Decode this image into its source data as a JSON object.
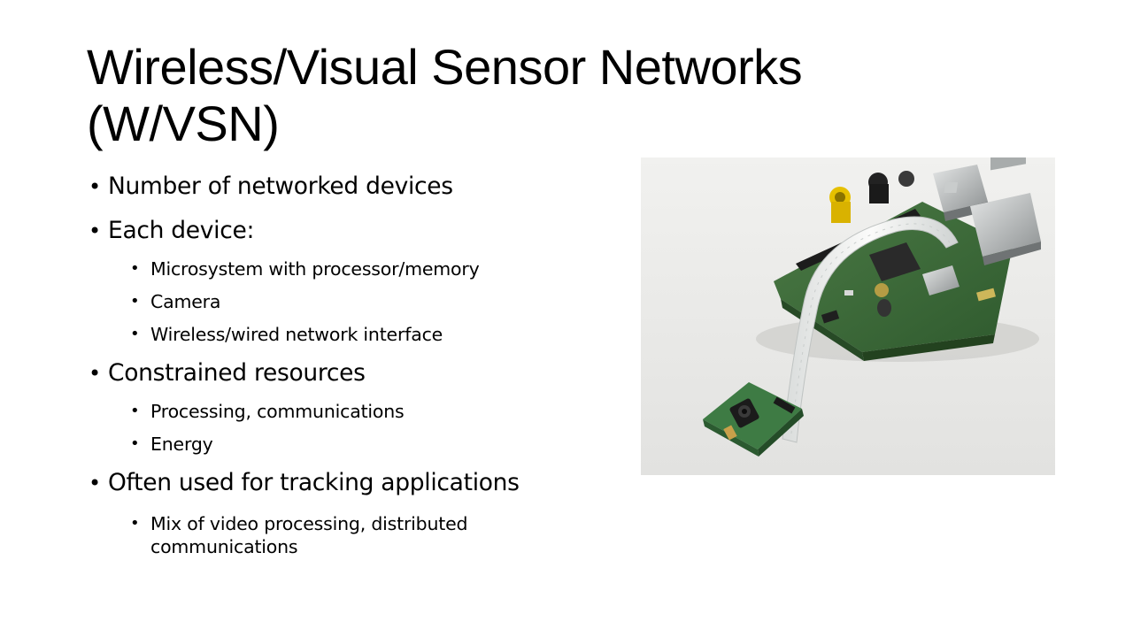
{
  "slide": {
    "title": "Wireless/Visual Sensor Networks (W/VSN)",
    "bullets": [
      {
        "text": "Number of networked devices",
        "sub": []
      },
      {
        "text": "Each device:",
        "sub": [
          "Microsystem with processor/memory",
          "Camera",
          "Wireless/wired network interface"
        ]
      },
      {
        "text": "Constrained resources",
        "sub": [
          "Processing, communications",
          "Energy"
        ]
      },
      {
        "text": "Often used for tracking applications",
        "sub": [
          "Mix of video processing, distributed communications"
        ]
      }
    ],
    "bullet_glyph": "•"
  },
  "photo": {
    "subject": "single-board computer with ribbon cable and camera module",
    "colors": {
      "background": "#e9e9e7",
      "board": "#3f6b3a",
      "cable": "#f2f3f2",
      "camera_board": "#3d7a43"
    }
  }
}
